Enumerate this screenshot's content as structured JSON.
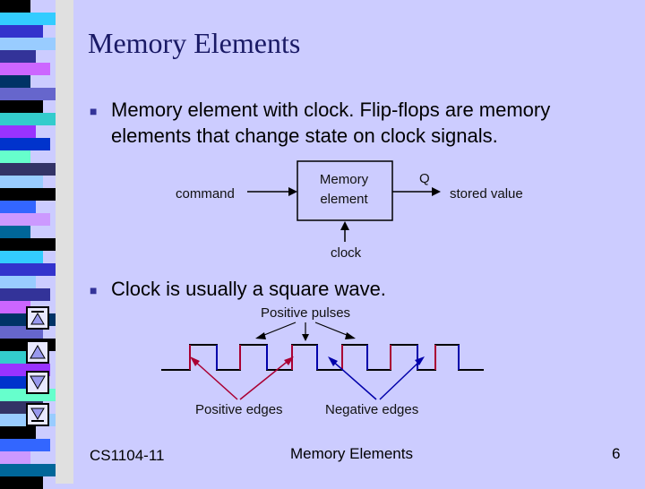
{
  "slide": {
    "title": "Memory Elements",
    "bullets": [
      "Memory element with clock. Flip-flops are memory elements that change state on clock signals.",
      "Clock is usually a square wave."
    ]
  },
  "diagram": {
    "input_label": "command",
    "box_label": "Memory element",
    "output_q": "Q",
    "output_label": "stored value",
    "clock_label": "clock"
  },
  "waveform": {
    "positive_pulses": "Positive pulses",
    "positive_edges": "Positive edges",
    "negative_edges": "Negative edges",
    "positive_edge_color": "#aa0033",
    "negative_edge_color": "#0000aa"
  },
  "footer": {
    "course": "CS1104-11",
    "topic": "Memory Elements",
    "page": "6"
  },
  "nav": {
    "icons": [
      "nav-first-icon",
      "nav-prev-icon",
      "nav-next-icon",
      "nav-last-icon"
    ]
  },
  "colors": {
    "background": "#ccccff",
    "title": "#1a1a66",
    "bullet": "#333399"
  }
}
